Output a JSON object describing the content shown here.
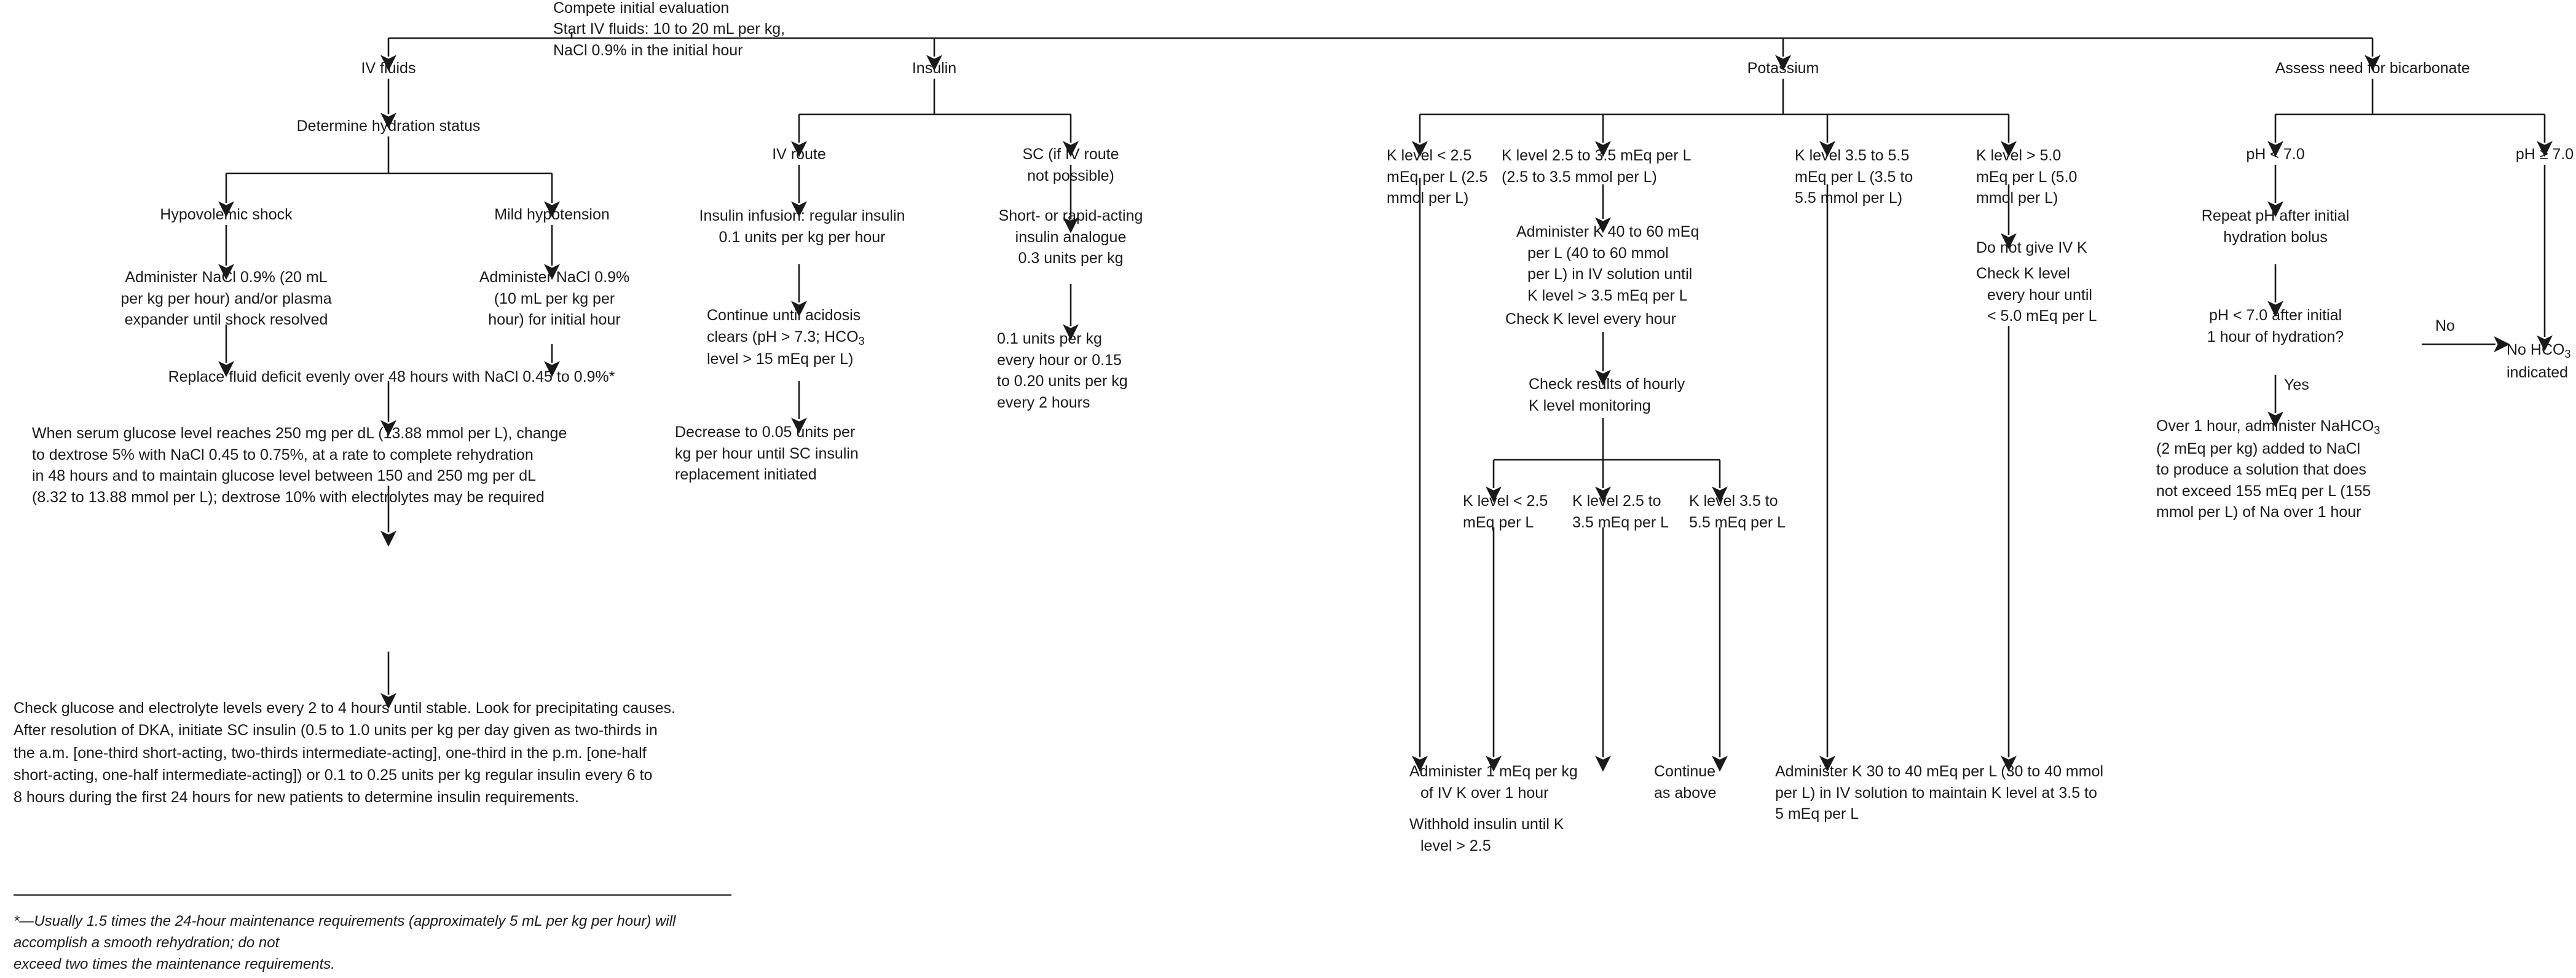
{
  "title_block": {
    "line1": "Compete initial evaluation",
    "line2": "Start IV fluids: 10 to 20 mL per kg,\nNaCl 0.9% in the initial hour"
  },
  "branches": {
    "iv_fluids": "IV fluids",
    "insulin": "Insulin",
    "potassium": "Potassium",
    "bicarbonate": "Assess need for bicarbonate"
  },
  "iv_fluids_branch": {
    "hydration_status": "Determine hydration status",
    "hypovolemic_shock": "Hypovolemic shock",
    "mild_hypotension": "Mild hypotension",
    "shock_treatment": "Administer NaCl 0.9% (20 mL\nper kg per hour) and/or plasma\nexpander until shock resolved",
    "hypotension_treatment": "Administer NaCl 0.9%\n(10 mL per kg per\nhour) for initial hour",
    "replace_deficit": "Replace fluid deficit evenly over 48 hours with NaCl 0.45 to 0.9%*",
    "glucose_target": "When serum glucose level reaches 250 mg per dL (13.88 mmol per L), change\nto dextrose 5% with NaCl 0.45 to 0.75%, at a rate to complete rehydration\nin 48 hours and to maintain glucose level between 150 and 250 mg per dL\n(8.32 to 13.88 mmol per L); dextrose 10% with electrolytes may be required",
    "monitoring_paragraph": "Check glucose and electrolyte levels every 2 to 4 hours until stable. Look for precipitating causes.\nAfter resolution of DKA, initiate SC insulin (0.5 to 1.0 units per kg per day given as two-thirds in\nthe a.m. [one-third short-acting, two-thirds intermediate-acting], one-third in the p.m. [one-half\nshort-acting, one-half intermediate-acting]) or 0.1 to 0.25 units per kg regular insulin every 6 to\n8 hours during the first 24 hours for new patients to determine insulin requirements."
  },
  "insulin_branch": {
    "iv_route": "IV route",
    "sc_route": "SC (if IV route\nnot possible)",
    "iv_infusion": "Insulin infusion: regular insulin\n0.1 units per kg per hour",
    "sc_analogue": "Short- or rapid-acting\ninsulin analogue\n0.3 units per kg",
    "continue_until_acidosis_pre": "Continue until acidosis\nclears (pH > 7.3; HCO",
    "continue_until_acidosis_sub": "3",
    "continue_until_acidosis_post": "\nlevel > 15 mEq per L)",
    "decrease_dose": "Decrease to 0.05 units per\nkg per hour until SC insulin\nreplacement initiated",
    "sc_repeat_dose": "0.1 units per kg\nevery hour or 0.15\nto 0.20 units per kg\nevery 2 hours"
  },
  "potassium_branch": {
    "k_lt_25": "K level < 2.5\nmEq per L (2.5\nmmol per L)",
    "k_25_35": "K level 2.5 to 3.5 mEq per L\n(2.5 to 3.5 mmol per L)",
    "k_35_55": "K level 3.5 to 5.5\nmEq per L (3.5 to\n5.5 mmol per L)",
    "k_gt_50": "K level > 5.0\nmEq per L (5.0\nmmol per L)",
    "administer_40_60": "Administer K 40 to 60 mEq\nper L (40 to 60 mmol\nper L) in IV solution until\nK level > 3.5 mEq per L",
    "check_hourly": "Check K level every hour",
    "do_not_give": "Do not give IV K",
    "check_k_every_hour": "Check K level\nevery hour until\n< 5.0 mEq per L",
    "check_results": "Check results of hourly\nK level monitoring",
    "sub_k_lt_25": "K level < 2.5\nmEq per L",
    "sub_k_25_35": "K level 2.5 to\n3.5 mEq per L",
    "sub_k_35_55": "K level 3.5 to\n5.5 mEq per L",
    "outcome_lt_25": "Administer 1 mEq per kg\nof IV K over 1 hour",
    "outcome_lt_25_b": "Withhold insulin until K\nlevel > 2.5",
    "outcome_25_35": "Continue\nas above",
    "outcome_35_55": "Administer K 30 to 40 mEq per L (30 to 40 mmol\nper L) in IV solution to maintain K level at 3.5 to\n5 mEq per L"
  },
  "bicarbonate_branch": {
    "ph_lt_70": "pH < 7.0",
    "ph_gte_70": "pH ≥ 7.0",
    "repeat_ph": "Repeat pH after initial\nhydration bolus",
    "decision": "pH < 7.0 after initial\n1 hour of hydration?",
    "label_no": "No",
    "label_yes": "Yes",
    "no_hco3_pre": "No HCO",
    "no_hco3_sub": "3",
    "no_hco3_post": "\nindicated",
    "administer_nahco3_pre": "Over 1 hour, administer NaHCO",
    "administer_nahco3_sub": "3",
    "administer_nahco3_post": "\n(2 mEq per kg) added to NaCl\nto produce a solution that does\nnot exceed 155 mEq per L (155\nmmol per L) of Na over 1 hour"
  },
  "footnote": {
    "text": "*—Usually 1.5 times the 24-hour maintenance requirements (approximately 5 mL per kg per hour) will accomplish a smooth rehydration; do not\nexceed two times the maintenance requirements."
  },
  "colors": {
    "ink": "#1a1a1a",
    "background": "#ffffff"
  }
}
